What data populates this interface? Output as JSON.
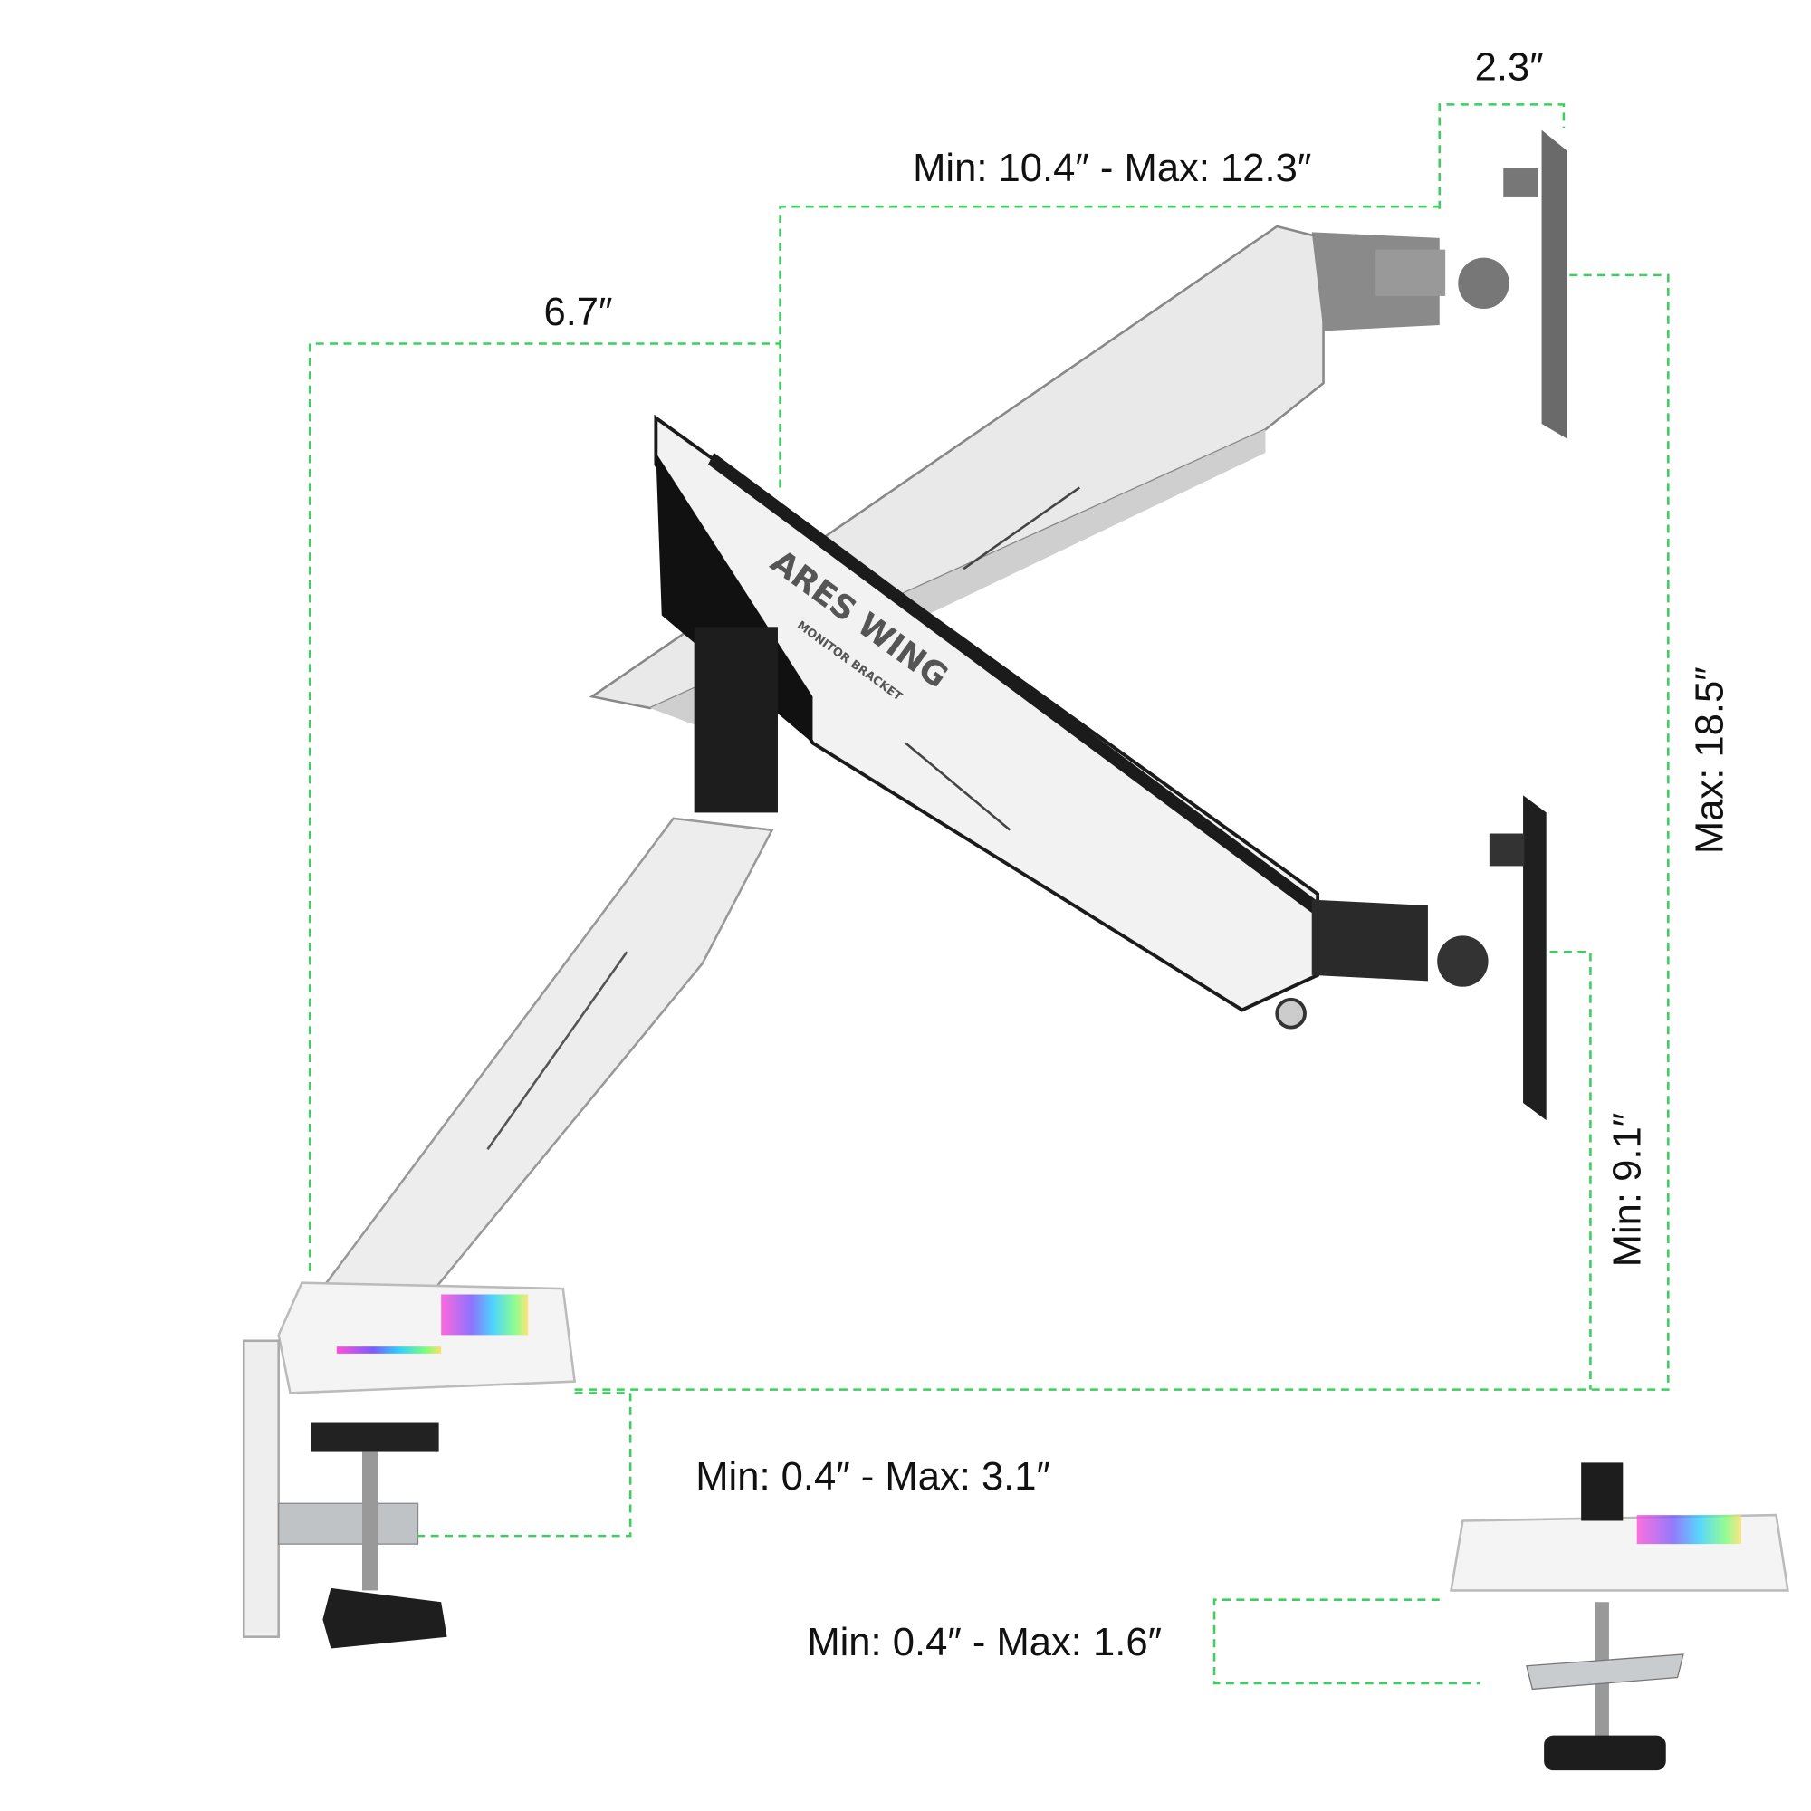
{
  "product": {
    "brand_logo": "ARES WING",
    "brand_sub": "MONITOR BRACKET"
  },
  "dimensions": {
    "vesa_plate_depth": "2.3″",
    "upper_arm_reach": "Min: 10.4″ - Max: 12.3″",
    "lower_arm_reach": "6.7″",
    "max_height": "Max: 18.5″",
    "min_height": "Min: 9.1″",
    "clamp_range": "Min: 0.4″ - Max: 3.1″",
    "grommet_range": "Min: 0.4″ - Max: 1.6″"
  },
  "colors": {
    "dimension_line": "#3ccf5c",
    "arm_body": "#eeeeee",
    "arm_dark": "#222222"
  }
}
